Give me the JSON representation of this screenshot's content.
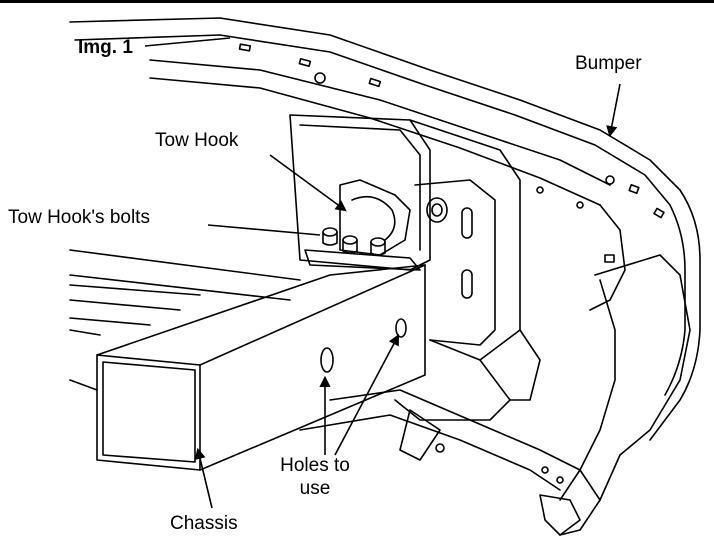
{
  "figure": {
    "image_label": "Img. 1",
    "labels": {
      "bumper": "Bumper",
      "tow_hook": "Tow Hook",
      "tow_hook_bolts": "Tow Hook's bolts",
      "holes_line1": "Holes to",
      "holes_line2": "use",
      "chassis": "Chassis"
    }
  }
}
